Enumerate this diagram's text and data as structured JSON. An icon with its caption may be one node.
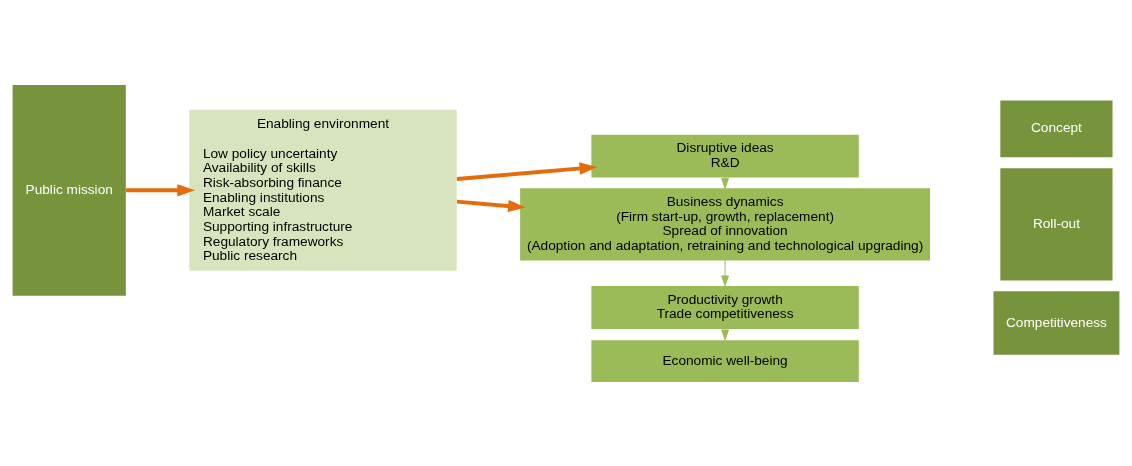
{
  "diagram": {
    "nodes": [
      {
        "text": [
          "Public mission"
        ]
      },
      {
        "text": [
          "Enabling environment",
          "Low policy uncertainty",
          "Availability of skills",
          "Risk-absorbing finance",
          "Enabling institutions",
          "Market scale",
          "Supporting infrastructure",
          "Regulatory frameworks",
          "Public research"
        ]
      },
      {
        "text": [
          "Economic well-being"
        ]
      },
      {
        "text": [
          "Productivity growth",
          "Trade competitiveness"
        ]
      },
      {
        "text": [
          "Business dynamics",
          "(Firm start-up, growth, replacement)",
          "Spread of innovation",
          "(Adoption and adaptation, retraining and technological upgrading)"
        ]
      },
      {
        "text": [
          "Disruptive ideas",
          "R&D"
        ]
      },
      {
        "text": [
          "Competitiveness"
        ]
      },
      {
        "text": [
          "Roll-out"
        ]
      },
      {
        "text": [
          "Concept"
        ]
      }
    ],
    "edges": [
      {
        "from": 0,
        "to": 1,
        "arrow": "to",
        "style": "thick",
        "color": "#e46c0a"
      },
      {
        "from": 1,
        "to": 4,
        "arrow": "to",
        "style": "thick",
        "color": "#e46c0a"
      },
      {
        "from": 1,
        "to": 5,
        "arrow": "to",
        "style": "thick",
        "color": "#e46c0a"
      },
      {
        "from": 5,
        "to": 4,
        "arrow": "to",
        "color": "#9bbb59"
      },
      {
        "from": 4,
        "to": 3,
        "arrow": "to",
        "color": "#9bbb59"
      },
      {
        "from": 3,
        "to": 2,
        "arrow": "to",
        "color": "#9bbb59"
      }
    ]
  }
}
